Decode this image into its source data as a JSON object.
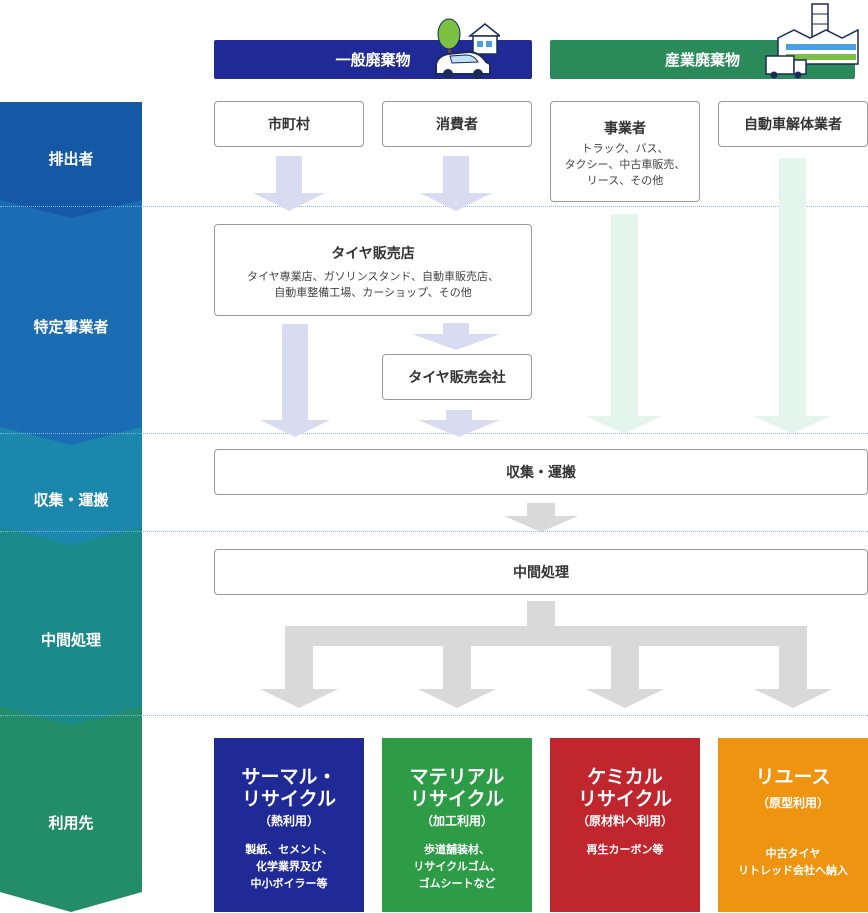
{
  "headers": {
    "general": "一般廃棄物",
    "industrial": "産業廃棄物"
  },
  "stages": [
    "排出者",
    "特定事業者",
    "収集・運搬",
    "中間処理",
    "利用先"
  ],
  "emitters": {
    "municipal": "市町村",
    "consumer": "消費者",
    "business": {
      "title": "事業者",
      "desc1": "トラック、バス、",
      "desc2": "タクシー、中古車販売、",
      "desc3": "リース、その他"
    },
    "dismantler": "自動車解体業者"
  },
  "tire_shop": {
    "title": "タイヤ販売店",
    "desc1": "タイヤ専業店、ガソリンスタンド、自動車販売店、",
    "desc2": "自動車整備工場、カーショップ、その他"
  },
  "tire_company": "タイヤ販売会社",
  "collection": "収集・運搬",
  "processing": "中間処理",
  "outputs": [
    {
      "line1": "サーマル・",
      "line2": "リサイクル",
      "sub": "（熱利用）",
      "d1": "製紙、セメント、",
      "d2": "化学業界及び",
      "d3": "中小ボイラー等",
      "color": "#1f2a96"
    },
    {
      "line1": "マテリアル",
      "line2": "リサイクル",
      "sub": "（加工利用）",
      "d1": "歩道舗装材、",
      "d2": "リサイクルゴム、",
      "d3": "ゴムシートなど",
      "color": "#2e9b47"
    },
    {
      "line1": "ケミカル",
      "line2": "リサイクル",
      "sub": "（原材料へ利用）",
      "d1": "再生カーボン等",
      "d2": "",
      "d3": "",
      "color": "#c0262d"
    },
    {
      "line1": "リユース",
      "line2": "",
      "sub": "（原型利用）",
      "d1": "中古タイヤ",
      "d2": "リトレッド会社へ納入",
      "d3": "",
      "color": "#ef9410"
    }
  ]
}
